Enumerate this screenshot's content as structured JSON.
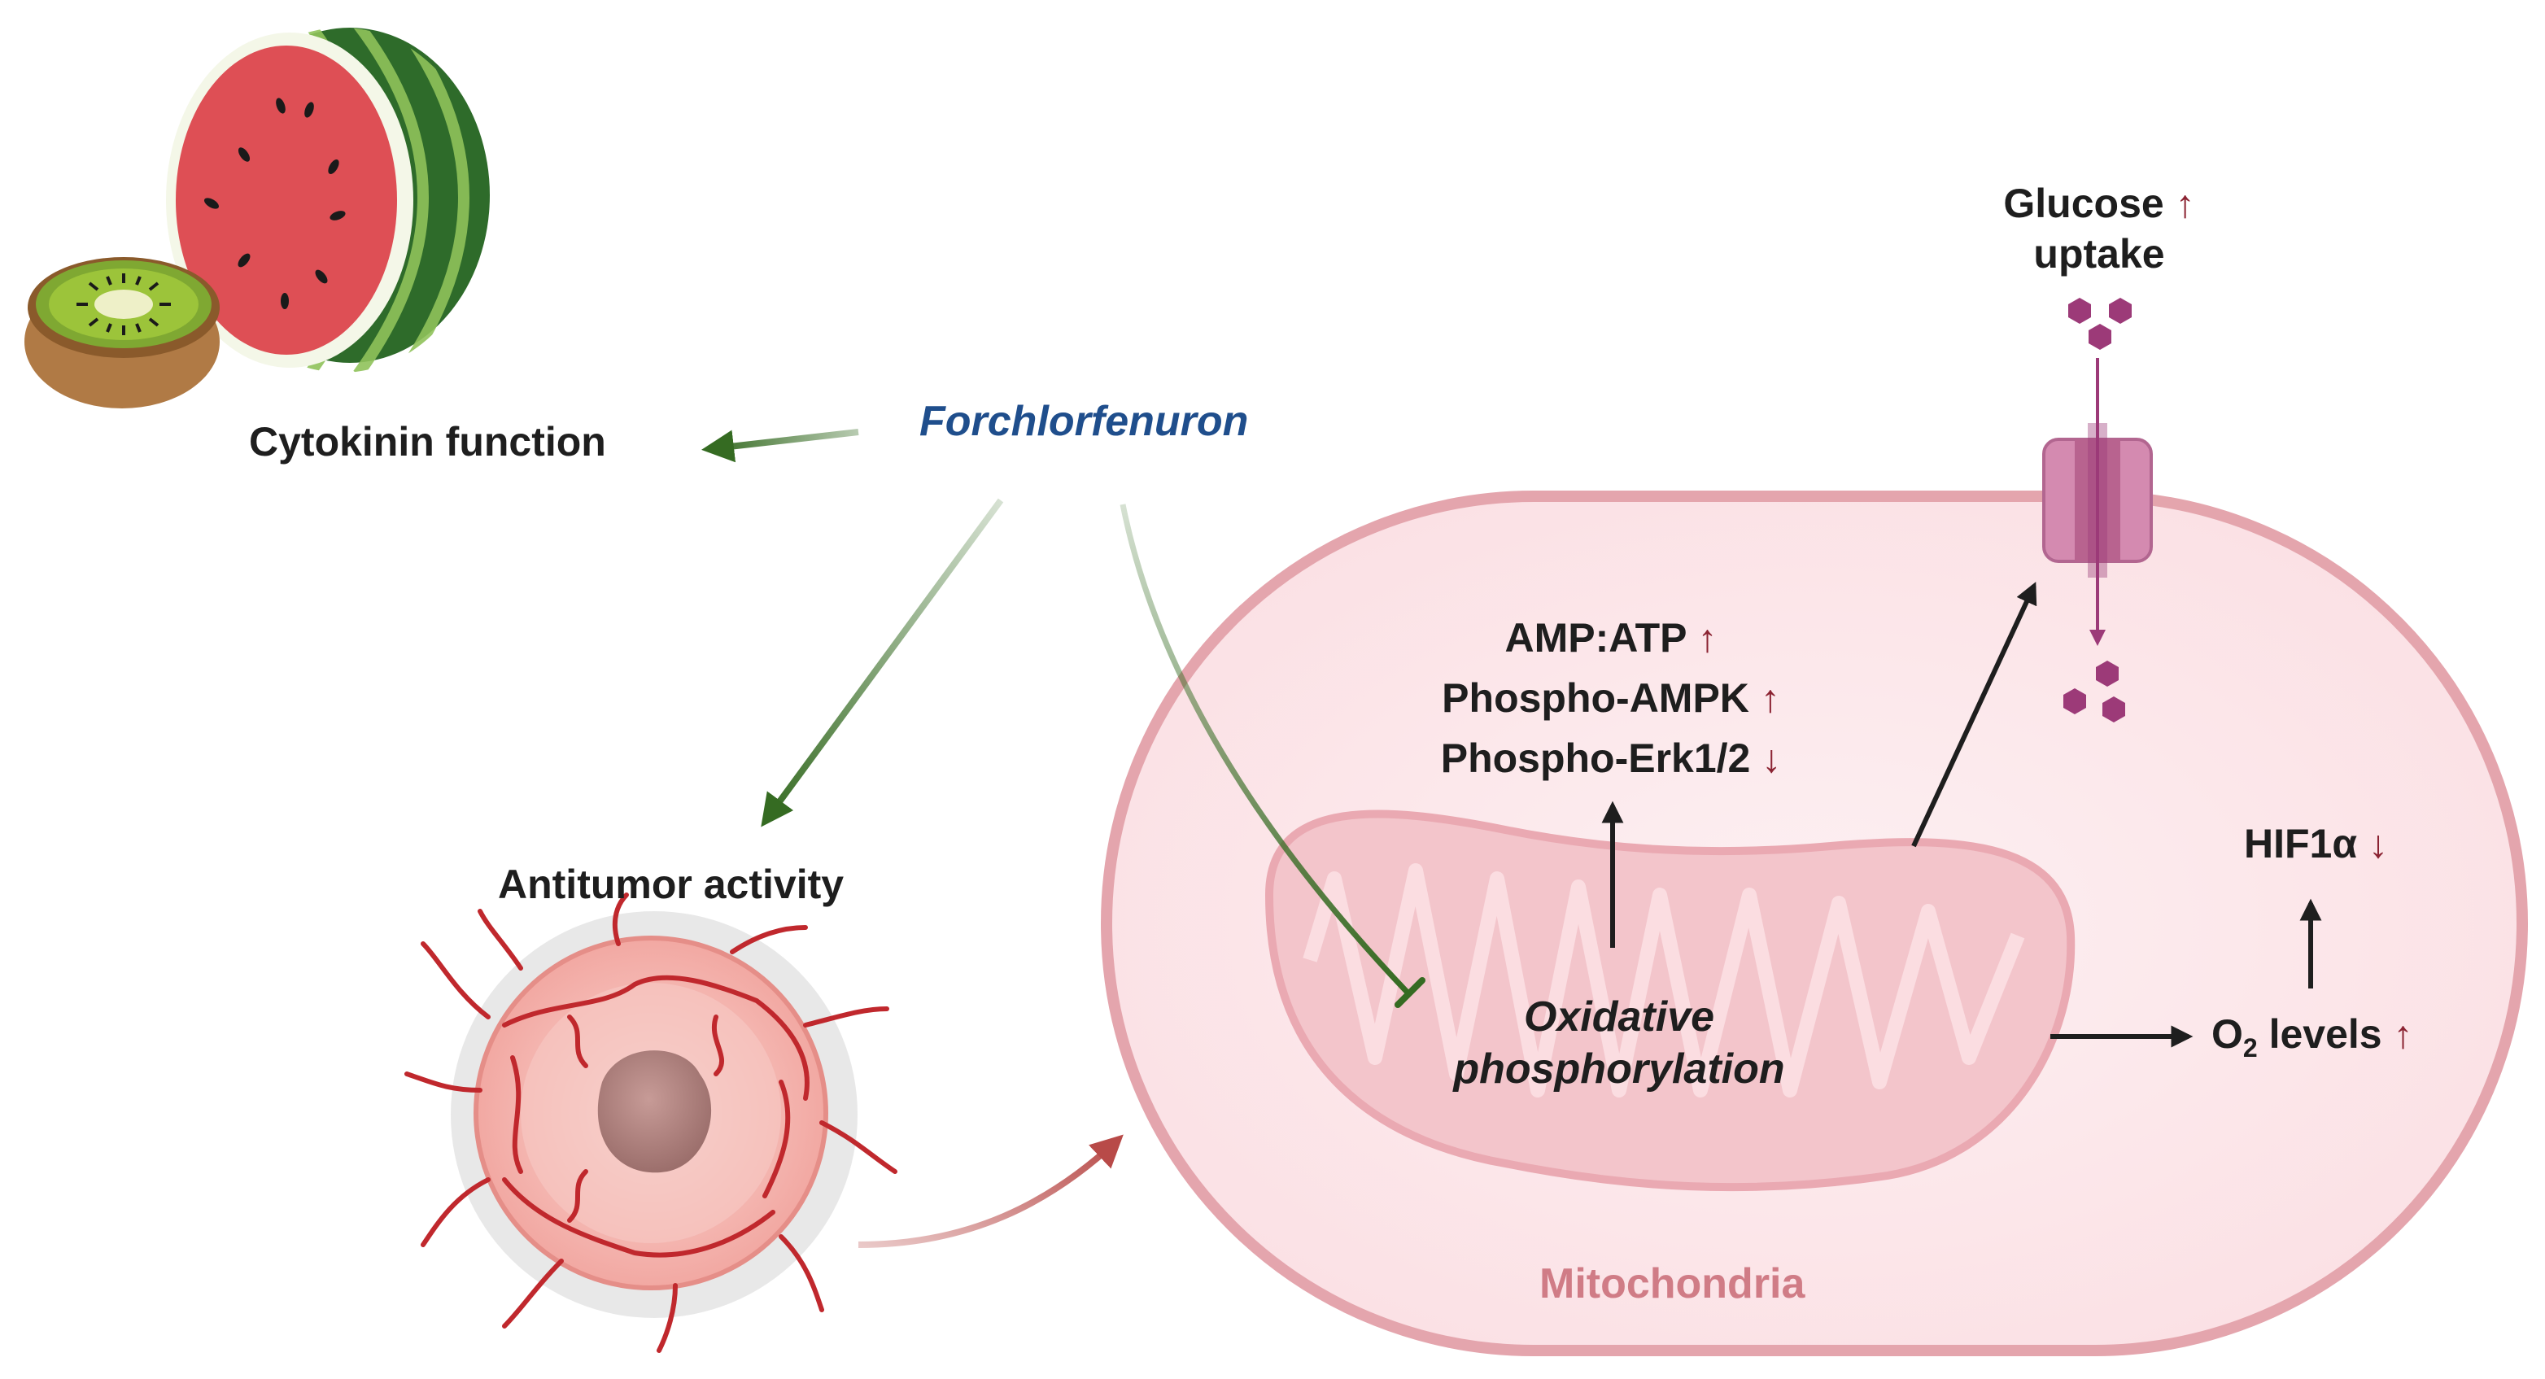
{
  "labels": {
    "cytokinin": "Cytokinin function",
    "forchlorfenuron": "Forchlorfenuron",
    "antitumor": "Antitumor activity",
    "glucose_line1": "Glucose",
    "glucose_line2": "uptake",
    "amp_atp": "AMP:ATP",
    "phospho_ampk": "Phospho-AMPK",
    "phospho_erk": "Phospho-Erk1/2",
    "hif1a": "HIF1α",
    "oxphos_line1": "Oxidative",
    "oxphos_line2": "phosphorylation",
    "o2_main": "O",
    "o2_sub": "2",
    "o2_rest": " levels",
    "mitochondria": "Mitochondria"
  },
  "indicators": {
    "up": "↑",
    "down": "↓"
  },
  "changes": {
    "glucose_uptake": "up",
    "amp_atp": "up",
    "phospho_ampk": "up",
    "phospho_erk": "down",
    "hif1a": "down",
    "o2_levels": "up"
  },
  "colors": {
    "drug_label": "#1f4e8c",
    "effect_arrow": "#356b22",
    "indicator": "#8b2332",
    "mitochondria_label": "#d07c86",
    "cell_fill": "#fbe3e6",
    "cell_stroke": "#e4a5ad",
    "mito_fill": "#f3c5cb",
    "glucose": "#9c3a78",
    "vessel": "#c0282d",
    "black_arrow": "#1e1e1e"
  }
}
